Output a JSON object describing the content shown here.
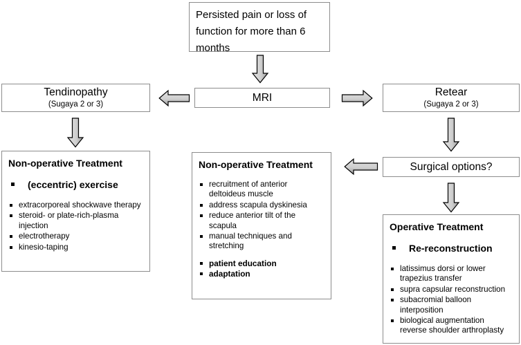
{
  "diagram": {
    "title": "Rotator cuff retear / tendinopathy treatment algorithm",
    "colors": {
      "box_border": "#8c8c8c",
      "arrow_fill_light": "#d9d9d9",
      "arrow_fill_dark": "#9c9c9c",
      "arrow_stroke": "#000000",
      "text": "#000000"
    }
  },
  "nodes": {
    "start": {
      "text": "Persisted pain or loss of function for more than 6 months"
    },
    "mri": {
      "label": "MRI"
    },
    "tendinopathy": {
      "title": "Tendinopathy",
      "subtitle": "(Sugaya 2 or 3)"
    },
    "retear": {
      "title": "Retear",
      "subtitle": "(Sugaya 2 or 3)"
    },
    "surgical_options": {
      "label": "Surgical options?"
    },
    "nonop_left": {
      "heading": "Non-operative Treatment",
      "lead_items": [
        "(eccentric) exercise"
      ],
      "items": [
        "extracorporeal shockwave therapy",
        "steroid- or plate-rich-plasma injection",
        "electrotherapy",
        "kinesio-taping"
      ]
    },
    "nonop_middle": {
      "heading": "Non-operative Treatment",
      "items": [
        "recruitment of anterior deltoideus muscle",
        "address scapula dyskinesia",
        "reduce anterior tilt of the scapula",
        "manual techniques and stretching"
      ],
      "bold_items": [
        "patient education",
        "adaptation"
      ]
    },
    "operative": {
      "heading": "Operative Treatment",
      "lead_items": [
        "Re-reconstruction"
      ],
      "items": [
        "latissimus dorsi or lower trapezius transfer",
        "supra capsular reconstruction",
        "subacromial balloon interposition",
        "biological augmentation reverse shoulder arthroplasty"
      ]
    }
  },
  "arrows": [
    {
      "name": "arrow-start-to-mri",
      "direction": "down"
    },
    {
      "name": "arrow-mri-to-tendinopathy",
      "direction": "left"
    },
    {
      "name": "arrow-mri-to-retear",
      "direction": "right"
    },
    {
      "name": "arrow-tendinopathy-to-nonop",
      "direction": "down"
    },
    {
      "name": "arrow-retear-to-surgical-options",
      "direction": "down"
    },
    {
      "name": "arrow-surgical-options-to-nonop-middle",
      "direction": "left"
    },
    {
      "name": "arrow-surgical-options-to-operative",
      "direction": "down"
    }
  ]
}
